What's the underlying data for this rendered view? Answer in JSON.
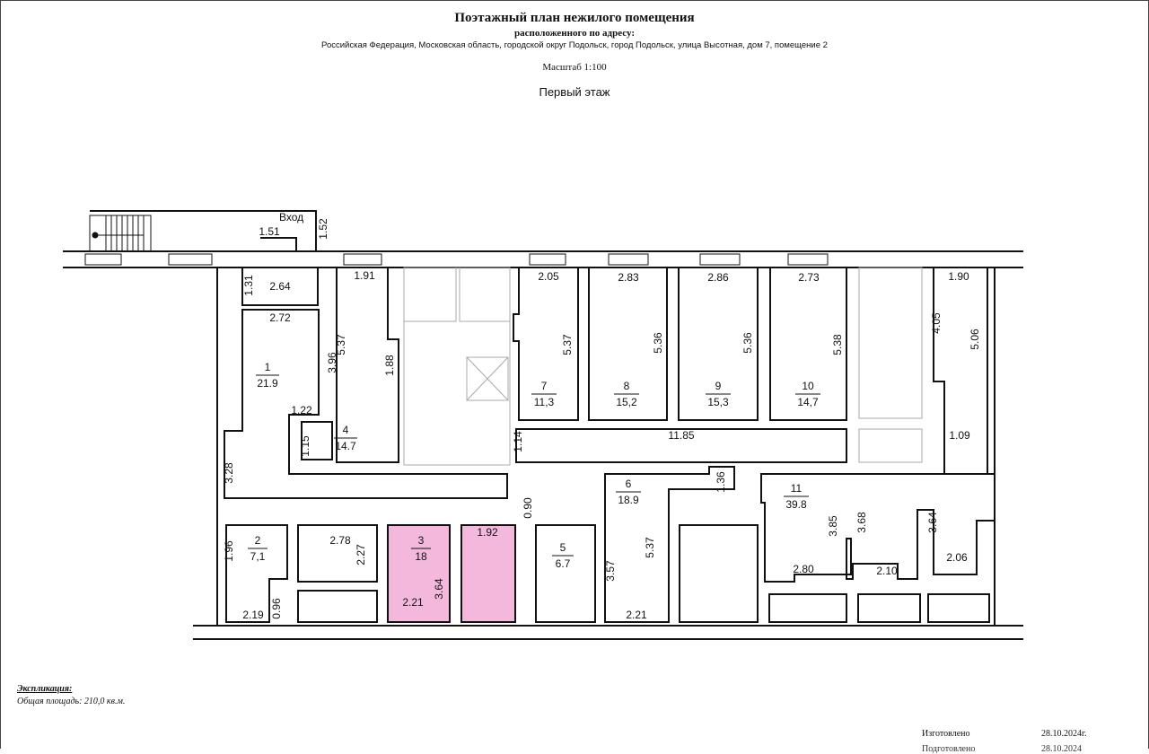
{
  "header": {
    "title": "Поэтажный план нежилого помещения",
    "subtitle": "расположенного по адресу:",
    "address": "Российская Федерация, Московская область, городской округ Подольск, город Подольск, улица Высотная, дом 7, помещение 2",
    "scale": "Масштаб 1:100",
    "floor": "Первый этаж"
  },
  "plan": {
    "entrance_label": "Вход",
    "highlight_color": "#f4b8dc",
    "wall_color": "#111111",
    "rooms": [
      {
        "num": "1",
        "area": "21.9"
      },
      {
        "num": "2",
        "area": "7,1"
      },
      {
        "num": "3",
        "area": "18"
      },
      {
        "num": "4",
        "area": "14.7"
      },
      {
        "num": "5",
        "area": "6.7"
      },
      {
        "num": "6",
        "area": "18.9"
      },
      {
        "num": "7",
        "area": "11,3"
      },
      {
        "num": "8",
        "area": "15,2"
      },
      {
        "num": "9",
        "area": "15,3"
      },
      {
        "num": "10",
        "area": "14,7"
      },
      {
        "num": "11",
        "area": "39.8"
      }
    ],
    "dimensions": [
      "1.51",
      "1.52",
      "2.64",
      "1.31",
      "2.72",
      "3.96",
      "1.22",
      "1.15",
      "3.28",
      "1.91",
      "5.37",
      "1.88",
      "2.05",
      "5.37",
      "2.83",
      "5.36",
      "2.86",
      "5.36",
      "2.73",
      "5.38",
      "1.90",
      "4.05",
      "5.06",
      "1.09",
      "1.14",
      "11.85",
      "1.36",
      "0.90",
      "3.57",
      "5.37",
      "2.21",
      "3.85",
      "2.80",
      "3.68",
      "2.10",
      "3.64",
      "2.06",
      "1.96",
      "2.19",
      "0.96",
      "2.78",
      "2.27",
      "2.21",
      "3.64",
      "1.92"
    ]
  },
  "explication": {
    "heading": "Экспликация:",
    "area_label": "Общая площадь:",
    "area_value": "210,0 кв.м."
  },
  "footer": {
    "made_label": "Изготовлено",
    "made_date": "28.10.2024г.",
    "second_label": "Подготовлено",
    "second_date": "28.10.2024"
  }
}
